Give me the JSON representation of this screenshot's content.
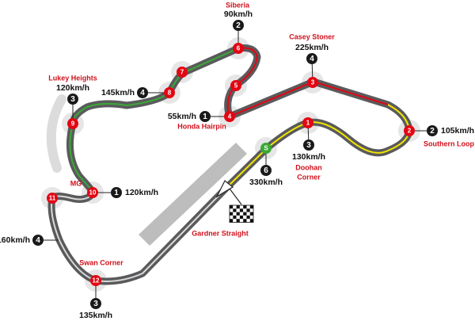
{
  "title": "Phillip Island circuit map",
  "colors": {
    "track": "#5a5a5c",
    "red": "#e30613",
    "green": "#3aa935",
    "yellow": "#f2e600",
    "white": "#d9d9d9",
    "black": "#1a1a1a",
    "halo": "#e6e6e6",
    "label_red": "#d0101b",
    "pit": "#bdbdbd"
  },
  "turns": [
    {
      "id": "S",
      "type": "start"
    },
    {
      "id": "1"
    },
    {
      "id": "2"
    },
    {
      "id": "3"
    },
    {
      "id": "4"
    },
    {
      "id": "5"
    },
    {
      "id": "6"
    },
    {
      "id": "7"
    },
    {
      "id": "8"
    },
    {
      "id": "9"
    },
    {
      "id": "10"
    },
    {
      "id": "11"
    },
    {
      "id": "12"
    }
  ],
  "corner_names": {
    "1a": "Doohan",
    "1b": "Corner",
    "2": "Southern Loop",
    "3": "Casey Stoner",
    "4": "Honda Hairpin",
    "6": "Siberia",
    "9": "Lukey Heights",
    "10": "MG",
    "12": "Swan Corner",
    "straight": "Gardner Straight"
  },
  "speeds": {
    "S": {
      "gear": "6",
      "speed": "330km/h"
    },
    "1": {
      "gear": "3",
      "speed": "130km/h"
    },
    "2": {
      "gear": "2",
      "speed": "105km/h"
    },
    "3": {
      "gear": "4",
      "speed": "225km/h"
    },
    "4": {
      "gear": "1",
      "speed": "55km/h"
    },
    "6": {
      "gear": "2",
      "speed": "90km/h"
    },
    "8": {
      "gear": "4",
      "speed": "145km/h"
    },
    "9": {
      "gear": "3",
      "speed": "120km/h"
    },
    "10": {
      "gear": "1",
      "speed": "120km/h"
    },
    "straight11": {
      "gear": "4",
      "speed": "160km/h"
    },
    "12": {
      "gear": "3",
      "speed": "135km/h"
    }
  }
}
